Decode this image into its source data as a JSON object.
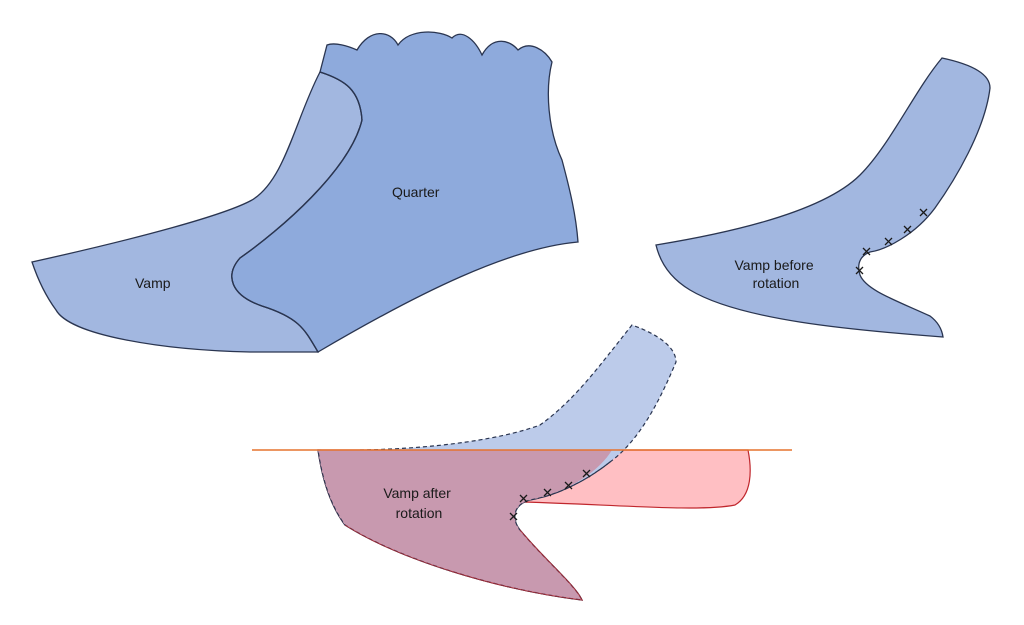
{
  "labels": {
    "vamp": "Vamp",
    "quarter": "Quarter",
    "vamp_before_line1": "Vamp before",
    "vamp_before_line2": "rotation",
    "vamp_after_line1": "Vamp after",
    "vamp_after_line2": "rotation"
  },
  "colors": {
    "vamp_fill": "#a2b7e0",
    "quarter_fill": "#8eaadc",
    "outline": "#2a3550",
    "ghost_fill": "#bccbea",
    "overlap_fill": "#c899af",
    "pink_fill": "#ffbfc3",
    "red_outline": "#c0272d",
    "reference_line": "#e6732e"
  }
}
